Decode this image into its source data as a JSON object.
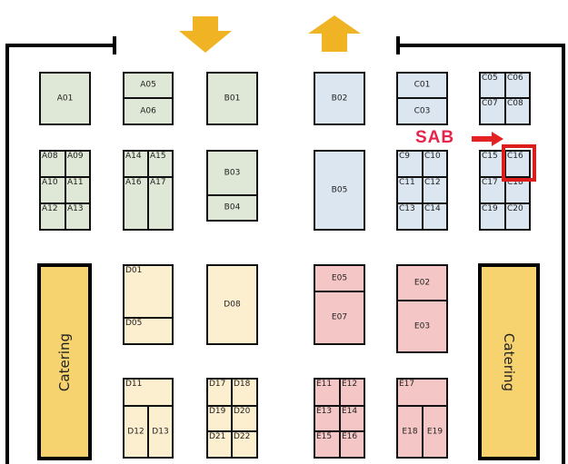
{
  "title": "Exhibition floor plan",
  "colors": {
    "zone_a_b_left": "#dfe8d6",
    "zone_b_c": "#dce6f1",
    "zone_d": "#fcefcf",
    "zone_e": "#f4c6c6",
    "catering": "#f6d36e",
    "entry_arrow": "#f0b323",
    "highlight": "#dd1c1c",
    "marker_text": "#e8234a"
  },
  "entrance_arrow_icon": "arrow-down-icon",
  "exit_arrow_icon": "arrow-up-icon",
  "marker": {
    "label": "SAB",
    "points_to": "C16"
  },
  "catering": {
    "left": "Catering",
    "right": "Catering"
  },
  "booths": {
    "A01": "A01",
    "A05": "A05",
    "A06": "A06",
    "B01": "B01",
    "A08": "A08",
    "A09": "A09",
    "A10": "A10",
    "A11": "A11",
    "A12": "A12",
    "A13": "A13",
    "A14": "A14",
    "A15": "A15",
    "A16": "A16",
    "A17": "A17",
    "B03": "B03",
    "B04": "B04",
    "B02": "B02",
    "B05": "B05",
    "C01": "C01",
    "C03": "C03",
    "C05": "C05",
    "C06": "C06",
    "C07": "C07",
    "C08": "C08",
    "C9": "C9",
    "C10": "C10",
    "C11": "C11",
    "C12": "C12",
    "C13": "C13",
    "C14": "C14",
    "C15": "C15",
    "C16": "C16",
    "C17": "C17",
    "C18": "C18",
    "C19": "C19",
    "C20": "C20",
    "D01": "D01",
    "D05": "D05",
    "D08": "D08",
    "D11": "D11",
    "D12": "D12",
    "D13": "D13",
    "D17": "D17",
    "D18": "D18",
    "D19": "D19",
    "D20": "D20",
    "D21": "D21",
    "D22": "D22",
    "E05": "E05",
    "E07": "E07",
    "E02": "E02",
    "E03": "E03",
    "E11": "E11",
    "E12": "E12",
    "E13": "E13",
    "E14": "E14",
    "E15": "E15",
    "E16": "E16",
    "E17": "E17",
    "E18": "E18",
    "E19": "E19"
  }
}
